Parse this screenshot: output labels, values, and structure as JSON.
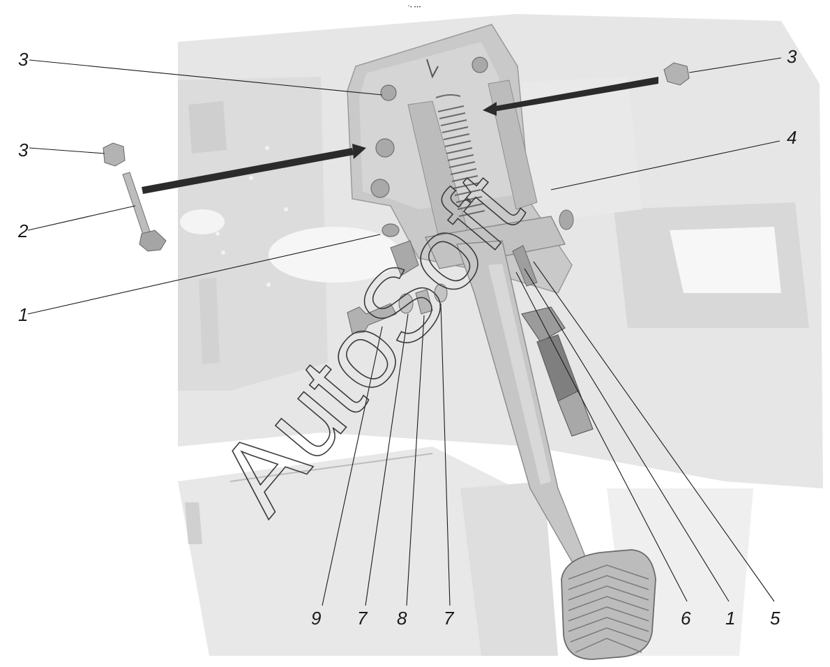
{
  "header_mark": "\"• •••",
  "watermark_text": "AutoSoft",
  "callouts": {
    "c3_top_left": "3",
    "c3_top_right": "3",
    "c3_left": "3",
    "c4": "4",
    "c2": "2",
    "c1_left": "1",
    "c9": "9",
    "c7_a": "7",
    "c8": "8",
    "c7_b": "7",
    "c6": "6",
    "c1_bottom": "1",
    "c5": "5"
  },
  "colors": {
    "background": "#ffffff",
    "panel": "#e2e2e2",
    "panel_dark": "#cfcfcf",
    "part": "#bdbdbd",
    "part_dark": "#8e8e8e",
    "arrow": "#2b2b2b"
  }
}
